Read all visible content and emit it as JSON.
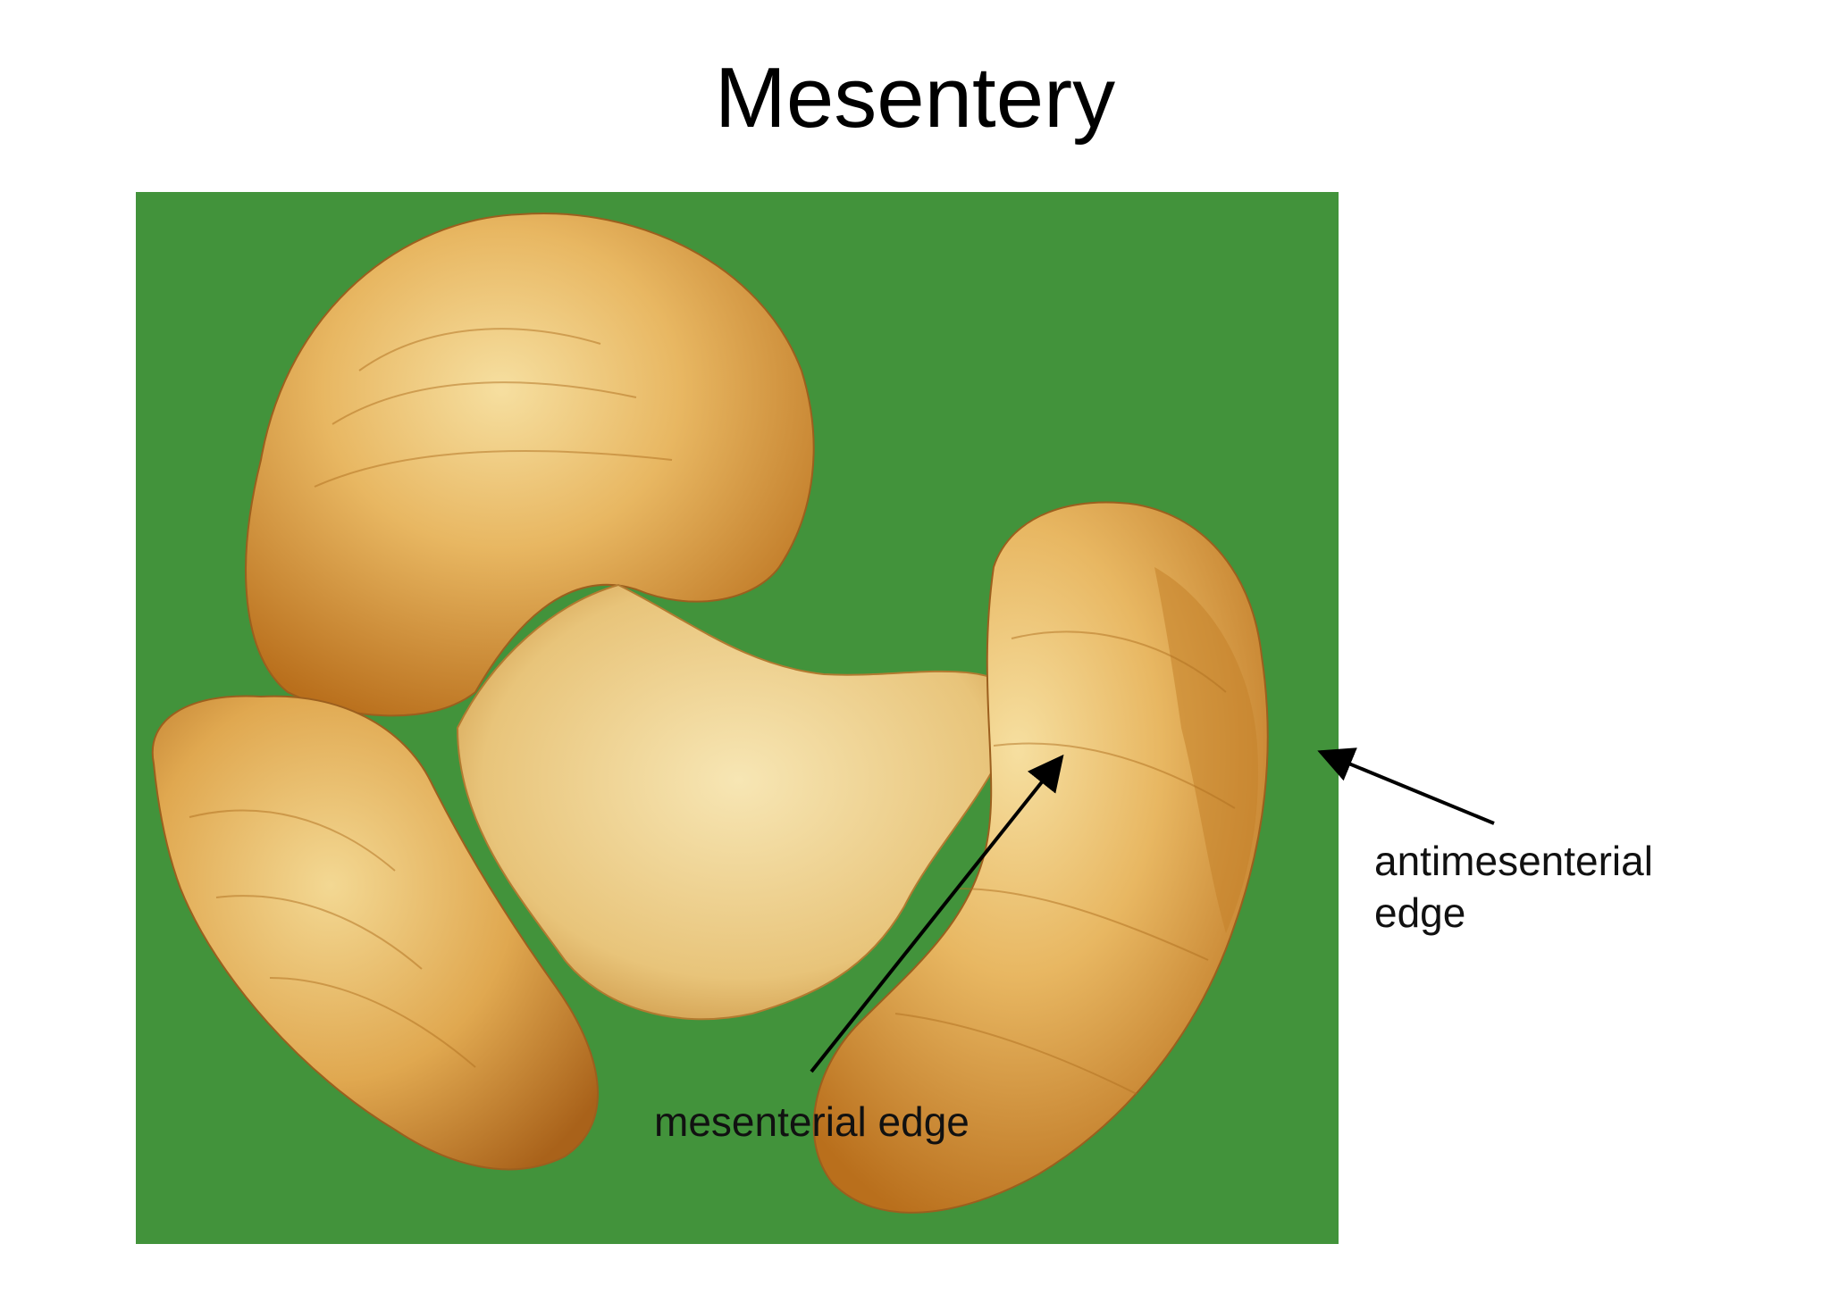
{
  "slide": {
    "title": "Mesentery"
  },
  "photo": {
    "background_color": "#42933b",
    "specimen_color": "#d9a24a"
  },
  "annotations": {
    "mesenterial": {
      "text": "mesenterial edge"
    },
    "antimesenterial": {
      "line1": "antimesenterial",
      "line2": "edge"
    }
  }
}
